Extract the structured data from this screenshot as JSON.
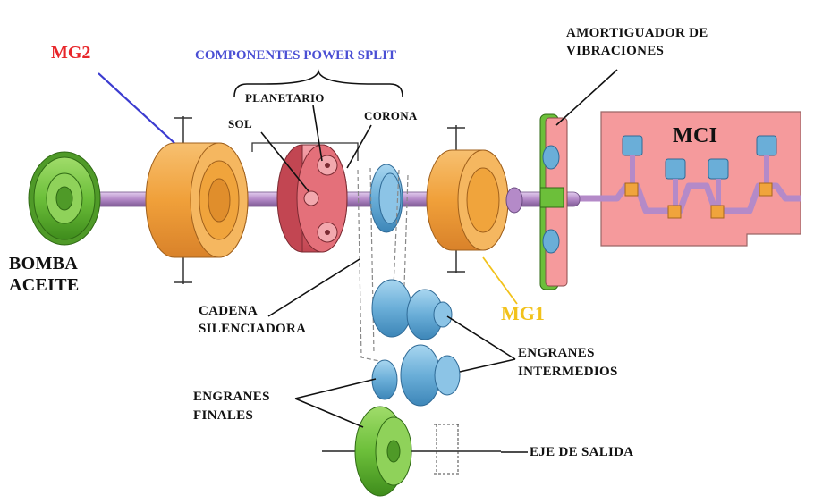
{
  "labels": {
    "mg2": "MG2",
    "power_split": "COMPONENTES POWER SPLIT",
    "planetario": "PLANETARIO",
    "sol": "SOL",
    "corona": "CORONA",
    "amortiguador_1": "AMORTIGUADOR DE",
    "amortiguador_2": "VIBRACIONES",
    "mci": "MCI",
    "bomba_1": "BOMBA",
    "bomba_2": "ACEITE",
    "cadena_1": "CADENA",
    "cadena_2": "SILENCIADORA",
    "mg1": "MG1",
    "engranes_int_1": "ENGRANES",
    "engranes_int_2": "INTERMEDIOS",
    "engranes_fin_1": "ENGRANES",
    "engranes_fin_2": "FINALES",
    "eje_salida": "EJE DE SALIDA"
  },
  "colors": {
    "mg2_label": "#e8262a",
    "power_split_label": "#4a4fd4",
    "mg1_label": "#f2c21b",
    "mg2_leader": "#3b3bd0",
    "motor_orange": "#f0a43c",
    "planetary_red": "#e4707a",
    "gear_blue": "#6aaed8",
    "gear_green": "#6cbf3a",
    "shaft_purple": "#b48ac8",
    "engine_pink": "#f59a9c"
  }
}
